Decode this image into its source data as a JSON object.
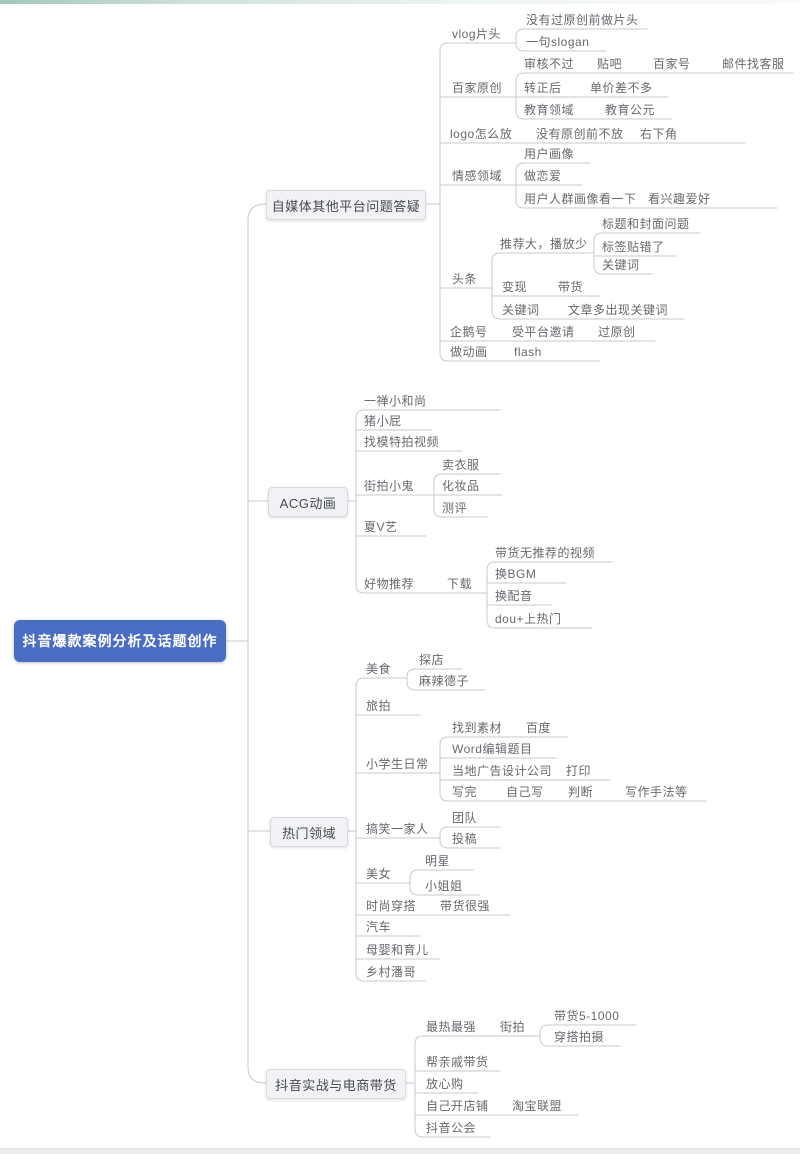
{
  "meta": {
    "colors": {
      "root_bg": "#4a6dc4",
      "root_text": "#ffffff",
      "branch_bg": "#f1f2f5",
      "branch_border": "#d9dadd",
      "connector_line": "#c6cad0",
      "leaf_text": "#65696e",
      "top_bar_accent": "#a3c8b7",
      "bottom_bar": "#ebedee"
    }
  },
  "mindmap": {
    "root": {
      "label": "抖音爆款案例分析及话题创作"
    },
    "branches": [
      {
        "label": "自媒体其他平台问题答疑",
        "children": [
          {
            "label": "vlog片头",
            "children": [
              {
                "label": "没有过原创前做片头"
              },
              {
                "label": "一句slogan"
              }
            ]
          },
          {
            "label": "百家原创",
            "children": [
              {
                "label": "审核不过",
                "children": [
                  {
                    "label": "贴吧",
                    "children": [
                      {
                        "label": "百家号",
                        "children": [
                          {
                            "label": "邮件找客服"
                          }
                        ]
                      }
                    ]
                  }
                ]
              },
              {
                "label": "转正后",
                "children": [
                  {
                    "label": "单价差不多"
                  }
                ]
              },
              {
                "label": "教育领域",
                "children": [
                  {
                    "label": "教育公元"
                  }
                ]
              }
            ]
          },
          {
            "label": "logo怎么放",
            "children": [
              {
                "label": "没有原创前不放",
                "children": [
                  {
                    "label": "右下角"
                  }
                ]
              }
            ]
          },
          {
            "label": "情感领域",
            "children": [
              {
                "label": "用户画像"
              },
              {
                "label": "做恋爱"
              },
              {
                "label": "用户人群画像看一下",
                "children": [
                  {
                    "label": "看兴趣爱好"
                  }
                ]
              }
            ]
          },
          {
            "label": "头条",
            "children": [
              {
                "label": "推荐大，播放少",
                "children": [
                  {
                    "label": "标题和封面问题"
                  },
                  {
                    "label": "标签贴错了"
                  },
                  {
                    "label": "关键词"
                  }
                ]
              },
              {
                "label": "变现",
                "children": [
                  {
                    "label": "带货"
                  }
                ]
              },
              {
                "label": "关键词",
                "children": [
                  {
                    "label": "文章多出现关键词"
                  }
                ]
              }
            ]
          },
          {
            "label": "企鹅号",
            "children": [
              {
                "label": "受平台邀请",
                "children": [
                  {
                    "label": "过原创"
                  }
                ]
              }
            ]
          },
          {
            "label": "做动画",
            "children": [
              {
                "label": "flash"
              }
            ]
          }
        ]
      },
      {
        "label": "ACG动画",
        "children": [
          {
            "label": "一禅小和尚"
          },
          {
            "label": "猪小屁"
          },
          {
            "label": "找模特拍视频"
          },
          {
            "label": "街拍小鬼",
            "children": [
              {
                "label": "卖衣服"
              },
              {
                "label": "化妆品"
              },
              {
                "label": "测评"
              }
            ]
          },
          {
            "label": "夏V艺"
          },
          {
            "label": "好物推荐",
            "children": [
              {
                "label": "下载",
                "children": [
                  {
                    "label": "带货无推荐的视频"
                  },
                  {
                    "label": "换BGM"
                  },
                  {
                    "label": "换配音"
                  },
                  {
                    "label": "dou+上热门"
                  }
                ]
              }
            ]
          }
        ]
      },
      {
        "label": "热门领域",
        "children": [
          {
            "label": "美食",
            "children": [
              {
                "label": "探店"
              },
              {
                "label": "麻辣德子"
              }
            ]
          },
          {
            "label": "旅拍"
          },
          {
            "label": "小学生日常",
            "children": [
              {
                "label": "找到素材",
                "children": [
                  {
                    "label": "百度"
                  }
                ]
              },
              {
                "label": "Word编辑题目"
              },
              {
                "label": "当地广告设计公司",
                "children": [
                  {
                    "label": "打印"
                  }
                ]
              },
              {
                "label": "写完",
                "children": [
                  {
                    "label": "自己写",
                    "children": [
                      {
                        "label": "判断",
                        "children": [
                          {
                            "label": "写作手法等"
                          }
                        ]
                      }
                    ]
                  }
                ]
              }
            ]
          },
          {
            "label": "搞笑一家人",
            "children": [
              {
                "label": "团队"
              },
              {
                "label": "投稿"
              }
            ]
          },
          {
            "label": "美女",
            "children": [
              {
                "label": "明星"
              },
              {
                "label": "小姐姐"
              }
            ]
          },
          {
            "label": "时尚穿搭",
            "children": [
              {
                "label": "带货很强"
              }
            ]
          },
          {
            "label": "汽车"
          },
          {
            "label": "母婴和育儿"
          },
          {
            "label": "乡村潘哥"
          }
        ]
      },
      {
        "label": "抖音实战与电商带货",
        "children": [
          {
            "label": "最热最强",
            "children": [
              {
                "label": "街拍",
                "children": [
                  {
                    "label": "带货5-1000"
                  },
                  {
                    "label": "穿搭拍摄"
                  }
                ]
              }
            ]
          },
          {
            "label": "帮亲戚带货"
          },
          {
            "label": "放心购"
          },
          {
            "label": "自己开店铺",
            "children": [
              {
                "label": "淘宝联盟"
              }
            ]
          },
          {
            "label": "抖音公会"
          }
        ]
      }
    ]
  }
}
